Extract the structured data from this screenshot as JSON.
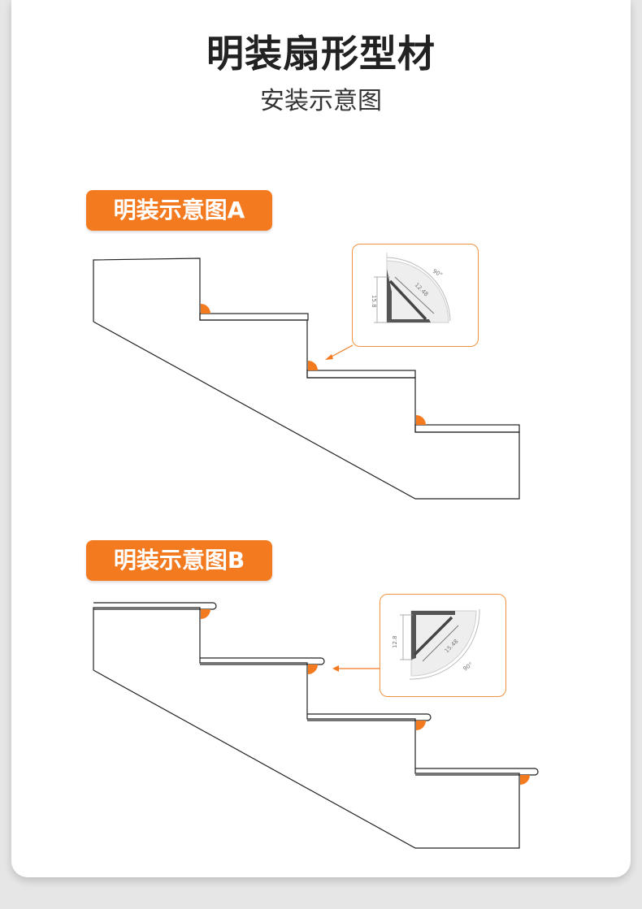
{
  "header": {
    "title": "明装扇形型材",
    "subtitle": "安装示意图"
  },
  "diagram_a": {
    "label": "明装示意图A",
    "profile": {
      "angle": "90°",
      "width": "12.48",
      "height": "15.8"
    }
  },
  "diagram_b": {
    "label": "明装示意图B",
    "profile": {
      "angle": "90°",
      "width": "15.48",
      "height": "12.8"
    }
  },
  "colors": {
    "accent": "#f47a20",
    "line": "#222222",
    "inset_border": "#f0923f"
  }
}
